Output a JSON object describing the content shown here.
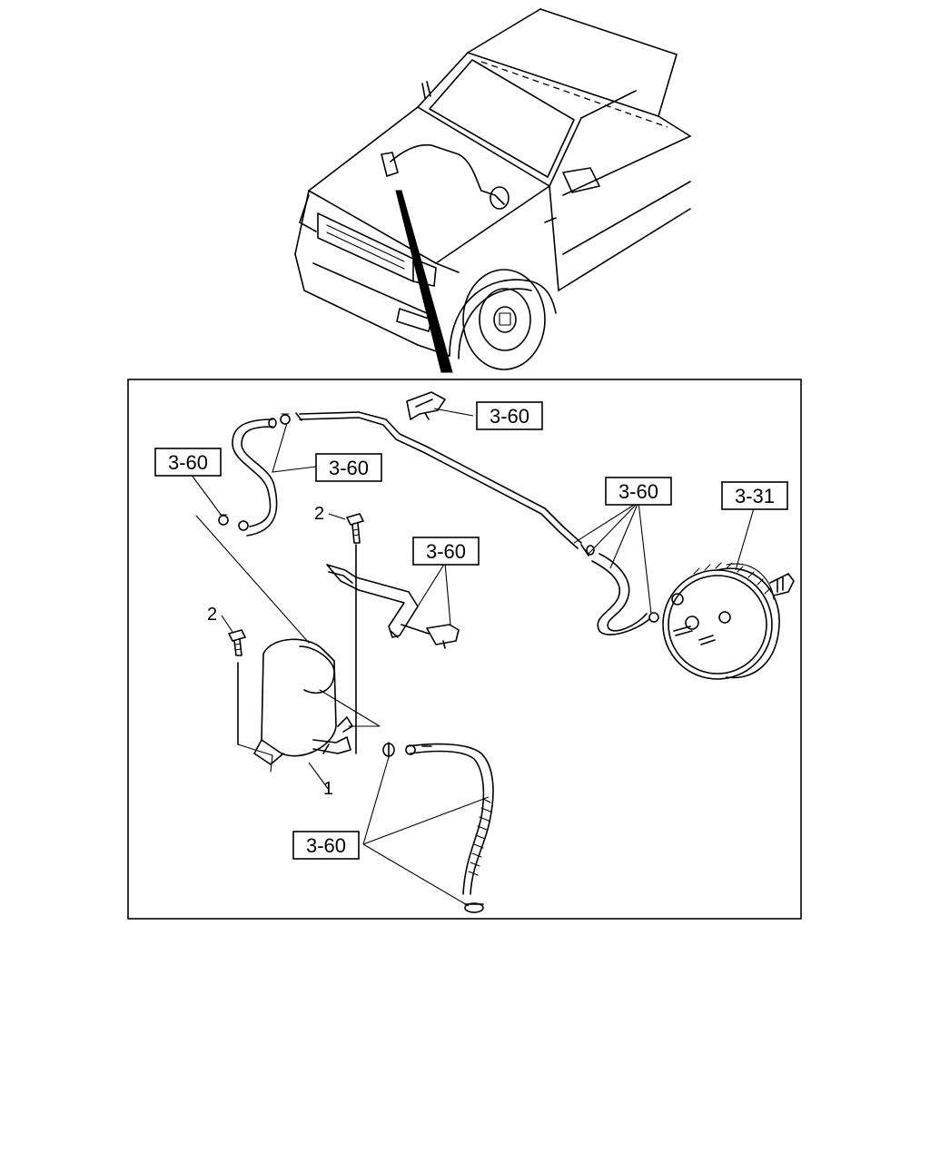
{
  "refs": {
    "r1": "3-60",
    "r2": "3-60",
    "r3": "3-60",
    "r4": "3-60",
    "r5": "3-60",
    "r6": "3-31",
    "r7": "3-60"
  },
  "numbers": {
    "n1": "2",
    "n2": "2",
    "n3": "1"
  }
}
